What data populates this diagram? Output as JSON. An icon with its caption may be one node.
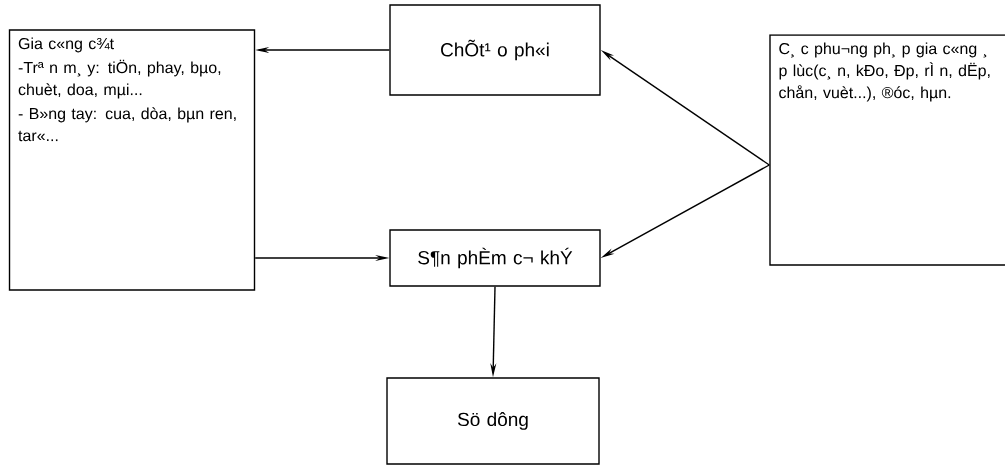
{
  "diagram": {
    "nodes": [
      {
        "text": [
          "ChÕt¹ o ph«i"
        ]
      },
      {
        "text": [
          "Gia c«ng c¾t",
          "-Trª n m¸ y: tiÖn, phay, bµo, chuèt, doa, mµi...",
          "- B»ng tay: cua, dòa, bµn ren, tar«..."
        ]
      },
      {
        "text": [
          "C¸ c phu¬ng ph¸ p gia c«ng ¸ p lùc(c¸ n, kÐo, Ðp, rÌ n, dËp, chån, vuèt...), ®óc, hµn."
        ]
      },
      {
        "text": [
          "S¶n phÈm c¬ khÝ"
        ]
      },
      {
        "text": [
          "Sö dông"
        ]
      }
    ],
    "edges": [
      {
        "from": 2,
        "to": 0,
        "arrow": "to"
      },
      {
        "from": 2,
        "to": 3,
        "arrow": "to"
      },
      {
        "from": 0,
        "to": 1,
        "arrow": "to"
      },
      {
        "from": 1,
        "to": 3,
        "arrow": "to"
      },
      {
        "from": 3,
        "to": 4,
        "arrow": "to"
      }
    ]
  }
}
